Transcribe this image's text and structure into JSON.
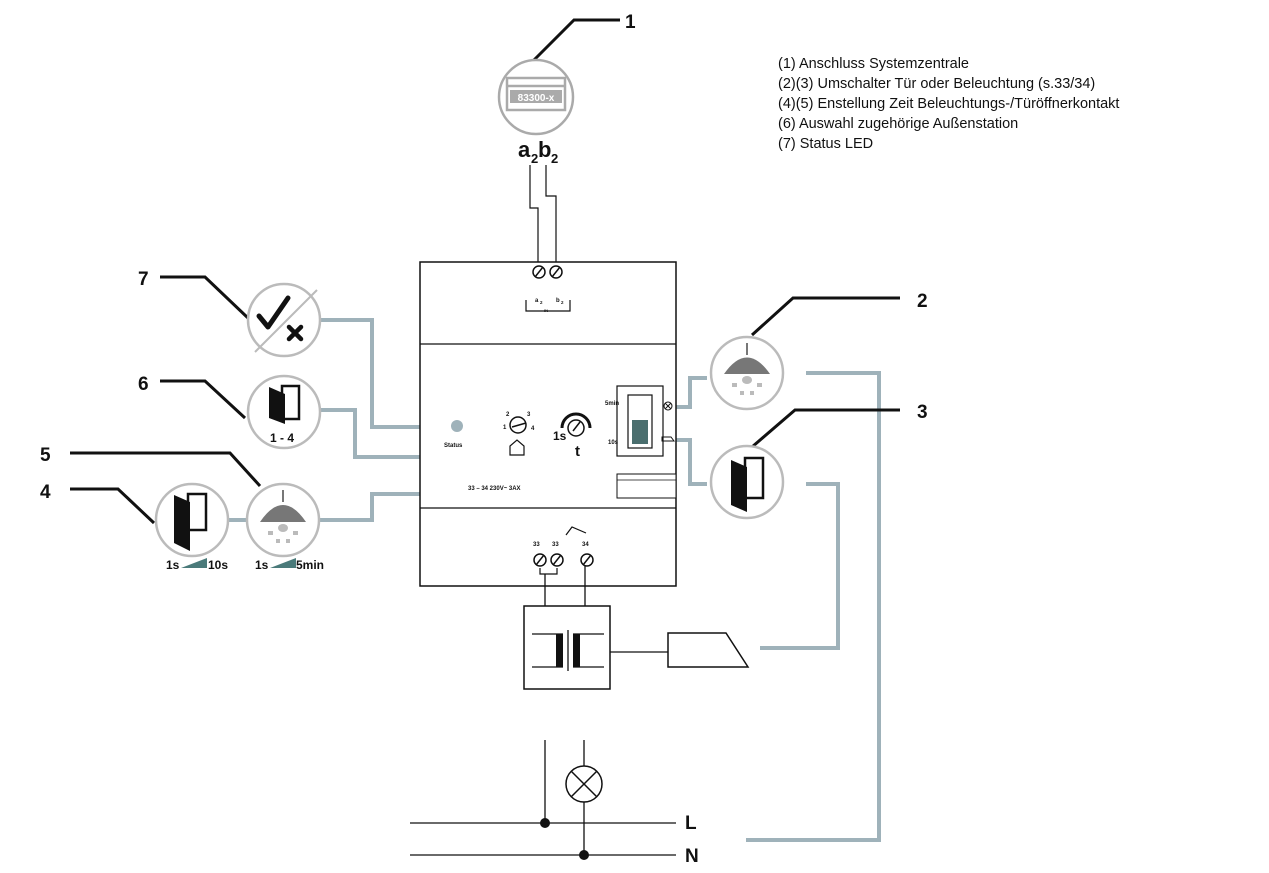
{
  "legend": [
    "(1) Anschluss Systemzentrale",
    "(2)(3) Umschalter Tür oder Beleuchtung (s.33/34)",
    "(4)(5) Enstellung Zeit Beleuchtungs-/Türöffnerkontakt",
    "(6) Auswahl zugehörige Außenstation",
    "(7) Status LED"
  ],
  "callouts": {
    "n1": "1",
    "n2": "2",
    "n3": "3",
    "n4": "4",
    "n5": "5",
    "n6": "6",
    "n7": "7"
  },
  "system": {
    "code": "83300-x",
    "a": "a",
    "b": "b",
    "sub": "2",
    "term_a": "a",
    "term_b": "b",
    "term_sub": "2",
    "term_in": "IN"
  },
  "device": {
    "status": "Status",
    "sel": {
      "s1": "1",
      "s2": "2",
      "s3": "3",
      "s4": "4"
    },
    "time_1s": "1s",
    "time_t": "t",
    "switch_5min": "5min",
    "switch_10s": "10s",
    "rating": "33 – 34    230V~ 3AX",
    "t33a": "33",
    "t33b": "33",
    "t34": "34"
  },
  "icons": {
    "door_range": "1 - 4",
    "door_time_from": "1s",
    "door_time_to": "10s",
    "light_time_from": "1s",
    "light_time_to": "5min"
  },
  "mains": {
    "L": "L",
    "N": "N"
  },
  "colors": {
    "wire_grey": "#9fb2ba",
    "icon_grey": "#777777",
    "line": "#111111"
  }
}
